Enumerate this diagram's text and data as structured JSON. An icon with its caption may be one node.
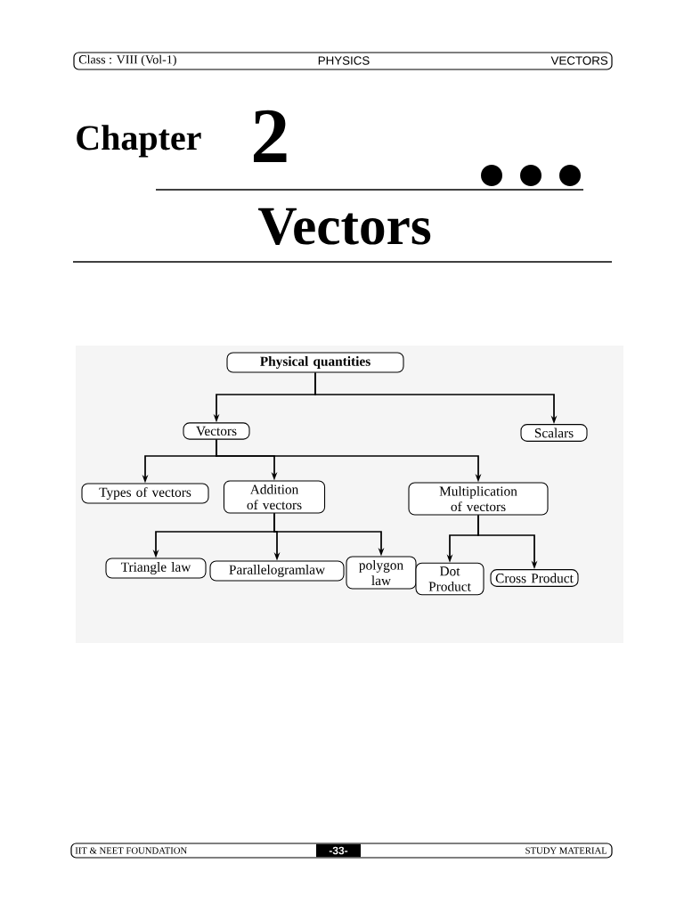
{
  "diagram": {
    "title": "Vectors",
    "nodes": [
      {
        "text": [
          "Physical quantities"
        ]
      },
      {
        "text": [
          "Vectors"
        ]
      },
      {
        "text": [
          "Scalars"
        ]
      },
      {
        "text": [
          "Types of vectors"
        ]
      },
      {
        "text": [
          "Addition of vectors"
        ]
      },
      {
        "text": [
          "Multiplication of vectors"
        ]
      },
      {
        "text": [
          "Triangle law"
        ]
      },
      {
        "text": [
          "Parallelogramlaw"
        ]
      },
      {
        "text": [
          "polygon law"
        ]
      },
      {
        "text": [
          "Dot Product"
        ]
      },
      {
        "text": [
          "Cross Product"
        ]
      }
    ],
    "edges": [
      {
        "from": 0,
        "to": 1,
        "arrow": "to"
      },
      {
        "from": 0,
        "to": 2,
        "arrow": "to"
      },
      {
        "from": 1,
        "to": 3,
        "arrow": "to"
      },
      {
        "from": 1,
        "to": 4,
        "arrow": "to"
      },
      {
        "from": 1,
        "to": 5,
        "arrow": "to"
      },
      {
        "from": 4,
        "to": 6,
        "arrow": "to"
      },
      {
        "from": 4,
        "to": 7,
        "arrow": "to"
      },
      {
        "from": 4,
        "to": 8,
        "arrow": "to"
      },
      {
        "from": 5,
        "to": 9,
        "arrow": "to"
      },
      {
        "from": 5,
        "to": 10,
        "arrow": "to"
      }
    ],
    "labels": [
      "Class : VIII (Vol-1)",
      "PHYSICS",
      "VECTORS",
      "Chapter",
      "2",
      "IIT & NEET FOUNDATION",
      "-33-",
      "STUDY MATERIAL"
    ]
  }
}
